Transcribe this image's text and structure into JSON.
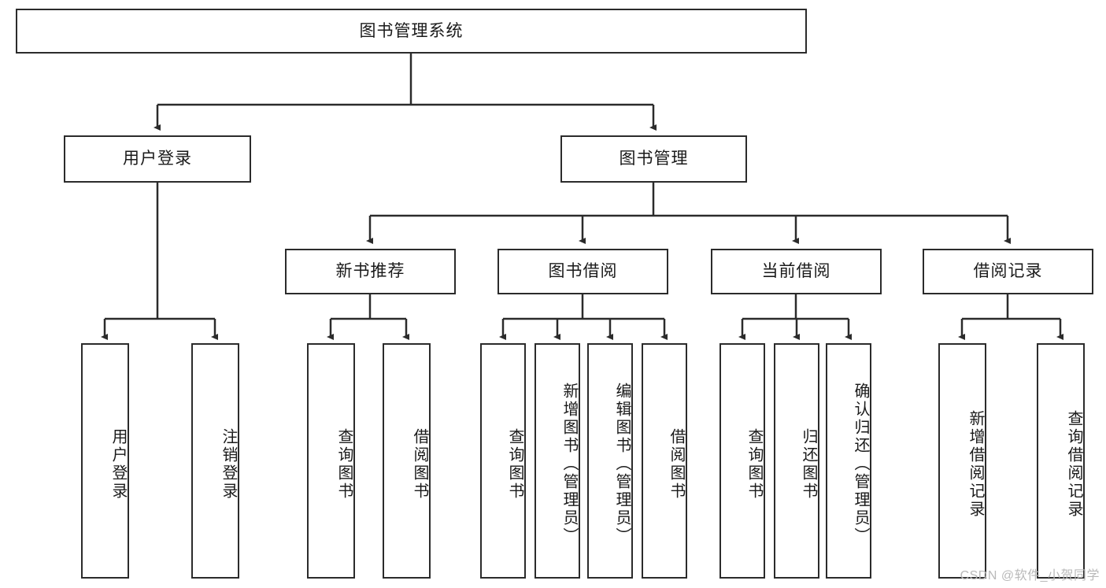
{
  "diagram": {
    "type": "tree-hierarchy",
    "title": "图书管理系统",
    "watermark": "CSDN @软件_小贺同学",
    "colors": {
      "stroke": "#2b2b2b",
      "fill": "#ffffff",
      "text": "#1a1a1a",
      "watermark": "#b9b9b9"
    },
    "root": {
      "label": "图书管理系统"
    },
    "level2": [
      {
        "label": "用户登录"
      },
      {
        "label": "图书管理"
      }
    ],
    "level3": [
      {
        "label": "新书推荐"
      },
      {
        "label": "图书借阅"
      },
      {
        "label": "当前借阅"
      },
      {
        "label": "借阅记录"
      }
    ],
    "leaves": [
      {
        "label": "用户登录",
        "parent": "用户登录"
      },
      {
        "label": "注销登录",
        "parent": "用户登录"
      },
      {
        "label": "查询图书",
        "parent": "新书推荐"
      },
      {
        "label": "借阅图书",
        "parent": "新书推荐"
      },
      {
        "label": "查询图书",
        "parent": "图书借阅"
      },
      {
        "label": "新增图书（管理员）",
        "parent": "图书借阅"
      },
      {
        "label": "编辑图书（管理员）",
        "parent": "图书借阅"
      },
      {
        "label": "借阅图书",
        "parent": "图书借阅"
      },
      {
        "label": "查询图书",
        "parent": "当前借阅"
      },
      {
        "label": "归还图书",
        "parent": "当前借阅"
      },
      {
        "label": "确认归还（管理员）",
        "parent": "当前借阅"
      },
      {
        "label": "新增借阅记录",
        "parent": "借阅记录"
      },
      {
        "label": "查询借阅记录",
        "parent": "借阅记录"
      }
    ]
  }
}
